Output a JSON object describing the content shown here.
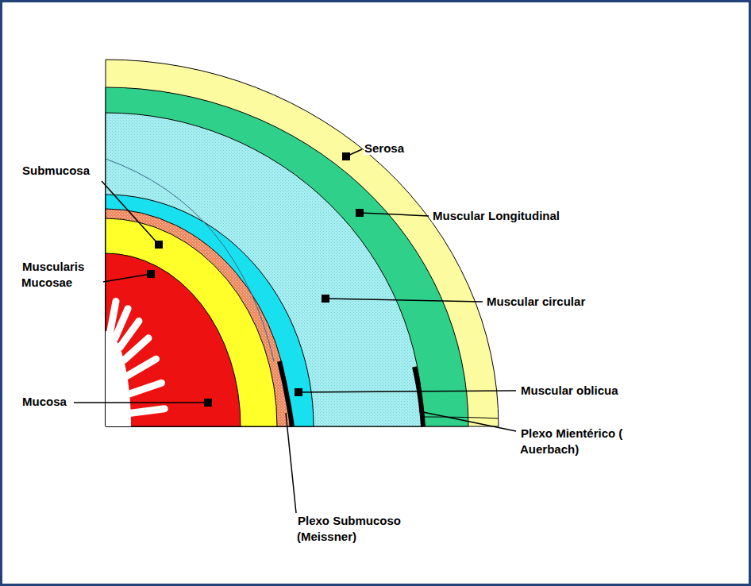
{
  "diagram": {
    "labels": [
      "Submucosa",
      "Serosa",
      "Muscular Longitudinal",
      "Muscularis Mucosae",
      "Muscular circular",
      "Mucosa",
      "Muscular oblicua",
      "Plexo Mientérico ( Auerbach)",
      "Plexo Submucoso (Meissner)"
    ]
  }
}
